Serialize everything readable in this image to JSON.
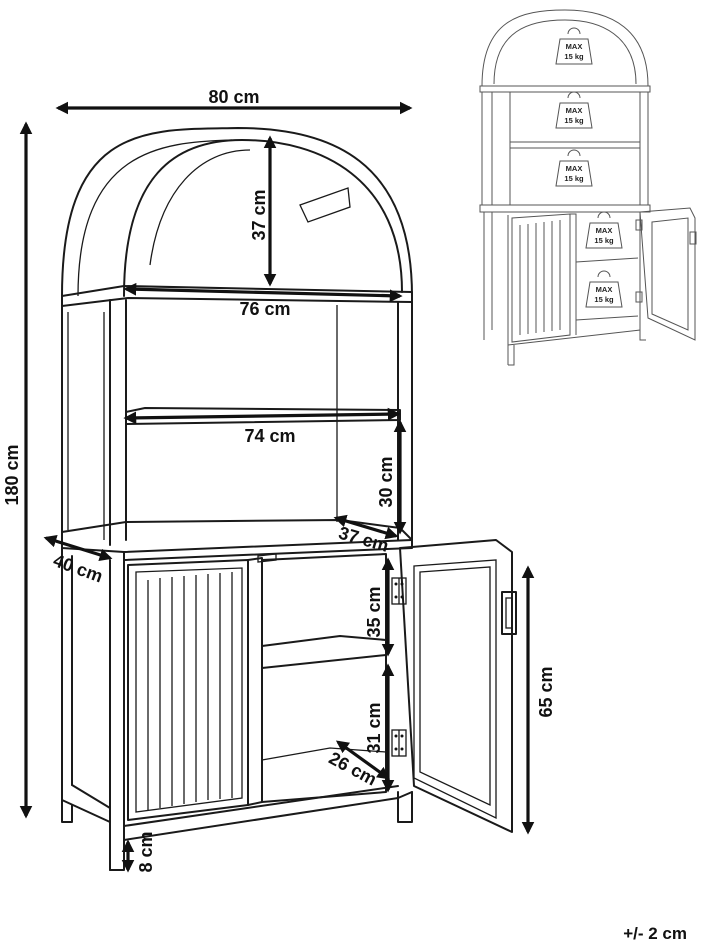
{
  "dimensions": {
    "width": "80 cm",
    "height": "180 cm",
    "depth": "40 cm",
    "arch_height": "37 cm",
    "arch_inner_width": "76 cm",
    "shelf_width": "74 cm",
    "upper_shelf_gap": "30 cm",
    "shelf_depth": "37 cm",
    "cabinet_upper_gap": "35 cm",
    "cabinet_lower_gap": "31 cm",
    "cabinet_shelf_depth": "26 cm",
    "cabinet_height": "65 cm",
    "leg_height": "8 cm"
  },
  "load_labels": [
    {
      "max": "MAX",
      "load": "15 kg"
    },
    {
      "max": "MAX",
      "load": "15 kg"
    },
    {
      "max": "MAX",
      "load": "15 kg"
    },
    {
      "max": "MAX",
      "load": "15 kg"
    },
    {
      "max": "MAX",
      "load": "15 kg"
    }
  ],
  "tolerance": "+/- 2 cm"
}
